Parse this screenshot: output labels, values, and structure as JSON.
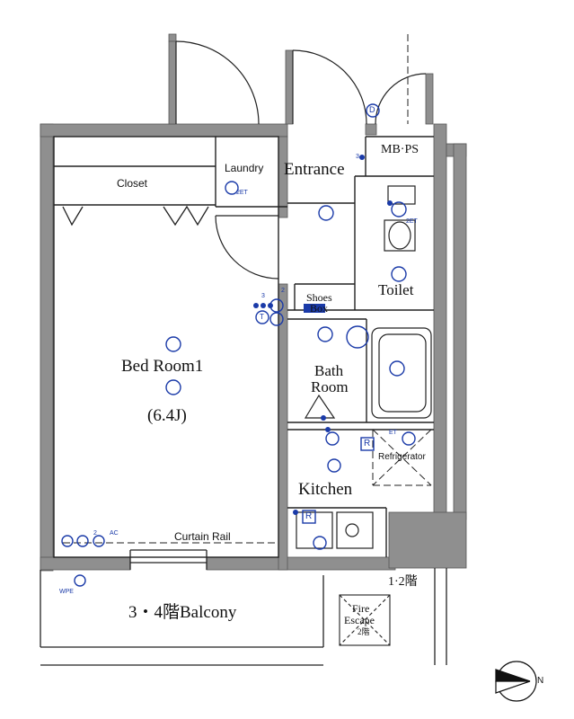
{
  "rooms": {
    "closet": "Closet",
    "laundry": "Laundry",
    "entrance": "Entrance",
    "mbps": "MB·PS",
    "toilet": "Toilet",
    "shoes_line1": "Shoes",
    "shoes_line2": "Box",
    "bedroom": "Bed Room1",
    "bedroom_size": "(6.4J)",
    "bath_line1": "Bath",
    "bath_line2": "Room",
    "refrigerator": "Refrigerator",
    "kitchen": "Kitchen",
    "curtain_rail": "Curtain Rail",
    "balcony": "3・4階Balcony",
    "floor_note": "1·2階",
    "fire_escape_line1": "Fire",
    "fire_escape_line2": "Escape",
    "fire_escape_floor": "2階"
  },
  "symbols": {
    "door_d": "D",
    "r_outlet": "R",
    "et": "ET",
    "two_et": "2ET",
    "wpe": "WPE",
    "ac": "AC",
    "t": "T",
    "n3": "3",
    "n2": "2"
  },
  "compass": {
    "north": "N"
  },
  "colors": {
    "wall": "#8c8c8c",
    "line": "#222222",
    "fixture": "#1a3aa8"
  }
}
